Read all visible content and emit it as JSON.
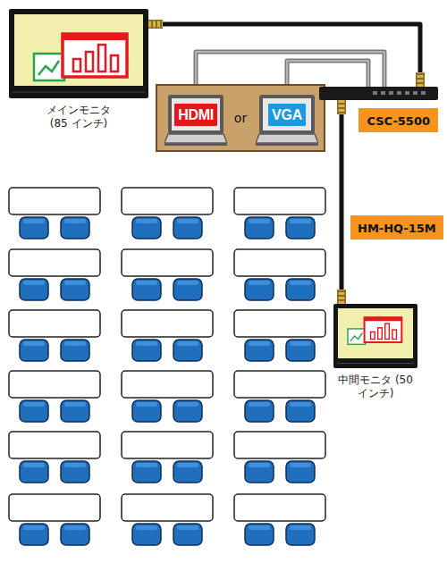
{
  "diagram": {
    "nodes": [
      {
        "text": [
          "メインモニタ (85 インチ)"
        ]
      },
      {
        "text": [
          "or"
        ]
      },
      {
        "text": [
          "HDMI"
        ],
        "in": 1
      },
      {
        "text": [
          "VGA"
        ],
        "in": 1
      },
      {
        "text": [
          "CSC-5500"
        ]
      },
      {
        "text": [
          "中間モニタ (50 インチ)"
        ]
      }
    ],
    "edges": [
      {
        "from": 0,
        "to": 4,
        "arrow": "none"
      },
      {
        "from": 2,
        "to": 4,
        "arrow": "none"
      },
      {
        "from": 3,
        "to": 4,
        "arrow": "none"
      },
      {
        "from": 4,
        "to": 5,
        "label": "HM-HQ-15M",
        "arrow": "none"
      }
    ]
  }
}
